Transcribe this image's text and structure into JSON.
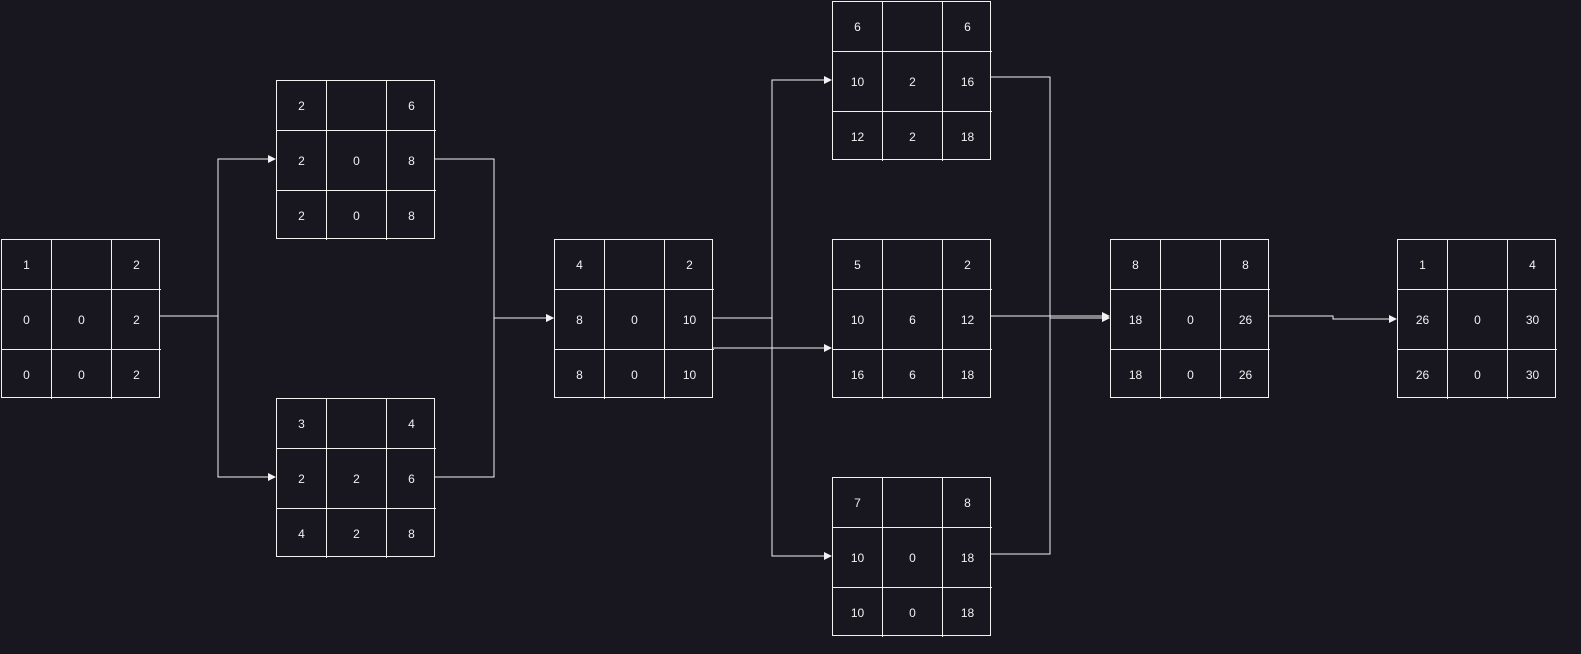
{
  "colors": {
    "background": "#18161f",
    "line": "#f2f2f2",
    "text": "#f2f2f2"
  },
  "nodes": [
    {
      "id": "n1",
      "cells": [
        "1",
        "",
        "2",
        "0",
        "0",
        "2",
        "0",
        "0",
        "2"
      ]
    },
    {
      "id": "n2",
      "cells": [
        "2",
        "",
        "6",
        "2",
        "0",
        "8",
        "2",
        "0",
        "8"
      ]
    },
    {
      "id": "n3",
      "cells": [
        "3",
        "",
        "4",
        "2",
        "2",
        "6",
        "4",
        "2",
        "8"
      ]
    },
    {
      "id": "n4",
      "cells": [
        "4",
        "",
        "2",
        "8",
        "0",
        "10",
        "8",
        "0",
        "10"
      ]
    },
    {
      "id": "n6",
      "cells": [
        "6",
        "",
        "6",
        "10",
        "2",
        "16",
        "12",
        "2",
        "18"
      ]
    },
    {
      "id": "n5",
      "cells": [
        "5",
        "",
        "2",
        "10",
        "6",
        "12",
        "16",
        "6",
        "18"
      ]
    },
    {
      "id": "n7",
      "cells": [
        "7",
        "",
        "8",
        "10",
        "0",
        "18",
        "10",
        "0",
        "18"
      ]
    },
    {
      "id": "n8",
      "cells": [
        "8",
        "",
        "8",
        "18",
        "0",
        "26",
        "18",
        "0",
        "26"
      ]
    },
    {
      "id": "n9",
      "cells": [
        "1",
        "",
        "4",
        "26",
        "0",
        "30",
        "26",
        "0",
        "30"
      ]
    }
  ],
  "edges": [
    {
      "from": "n1",
      "to": "n2"
    },
    {
      "from": "n1",
      "to": "n3"
    },
    {
      "from": "n2",
      "to": "n4"
    },
    {
      "from": "n3",
      "to": "n4"
    },
    {
      "from": "n4",
      "to": "n6"
    },
    {
      "from": "n4",
      "to": "n5"
    },
    {
      "from": "n4",
      "to": "n7"
    },
    {
      "from": "n6",
      "to": "n8"
    },
    {
      "from": "n5",
      "to": "n8"
    },
    {
      "from": "n7",
      "to": "n8"
    },
    {
      "from": "n8",
      "to": "n9"
    }
  ]
}
